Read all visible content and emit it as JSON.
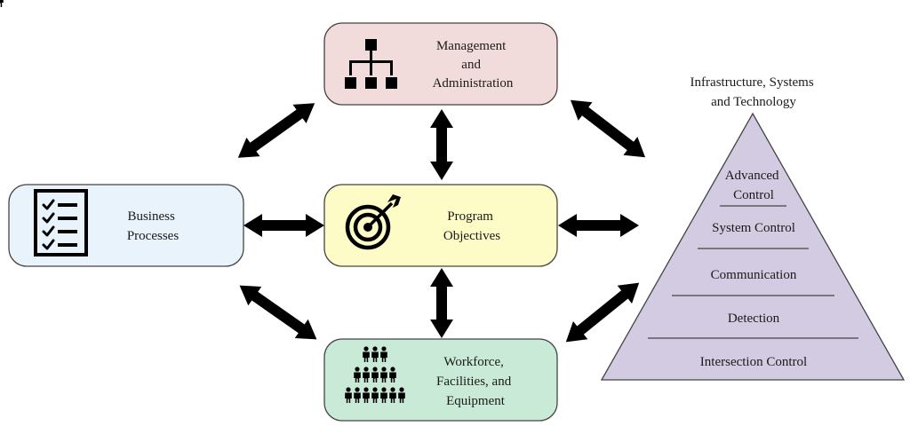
{
  "nodes": {
    "management": {
      "lines": [
        "Management",
        "and",
        "Administration"
      ],
      "icon": "org-chart-icon",
      "color": "#f2dcdb"
    },
    "business": {
      "lines": [
        "Business",
        "Processes"
      ],
      "icon": "checklist-icon",
      "color": "#e8f3fb"
    },
    "program": {
      "lines": [
        "Program",
        "Objectives"
      ],
      "icon": "target-icon",
      "color": "#fdfcc6"
    },
    "workforce": {
      "lines": [
        "Workforce,",
        "Facilities, and",
        "Equipment"
      ],
      "icon": "people-group-icon",
      "color": "#c9ead6"
    }
  },
  "pyramid": {
    "title": [
      "Infrastructure, Systems",
      "and Technology"
    ],
    "color": "#d2cbe2",
    "levels": [
      [
        "Advanced",
        "Control"
      ],
      [
        "System Control"
      ],
      [
        "Communication"
      ],
      [
        "Detection"
      ],
      [
        "Intersection Control"
      ]
    ]
  }
}
